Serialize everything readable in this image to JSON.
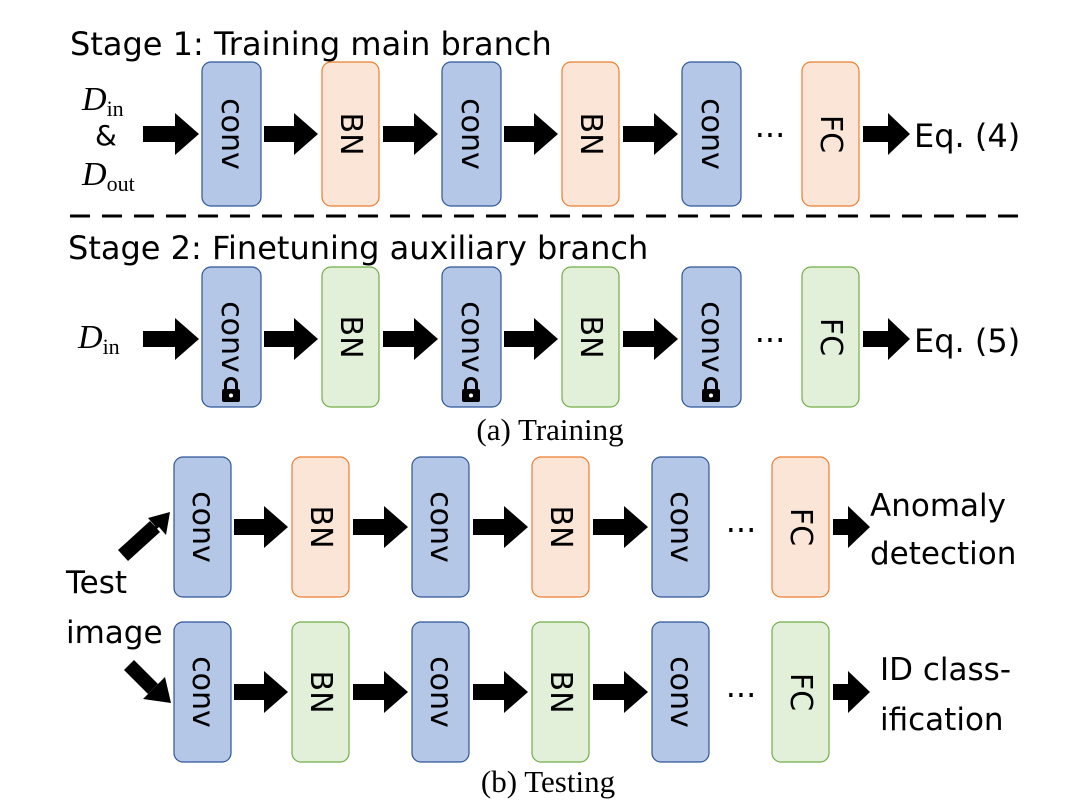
{
  "stage1": {
    "title": "Stage 1: Training main branch",
    "input_top": "D",
    "input_top_sub": "in",
    "input_amp": "&",
    "input_bottom": "D",
    "input_bottom_sub": "out",
    "output": "Eq. (4)"
  },
  "stage2": {
    "title": "Stage 2: Finetuning auxiliary branch",
    "input": "D",
    "input_sub": "in",
    "output": "Eq. (5)"
  },
  "caption_a": "(a) Training",
  "testing": {
    "input_line1": "Test",
    "input_line2": "image",
    "top_output_line1": "Anomaly",
    "top_output_line2": "detection",
    "bottom_output_line1": "ID class-",
    "bottom_output_line2": "ification"
  },
  "caption_b": "(b) Testing",
  "blocks": {
    "conv": "conv",
    "bn": "BN",
    "fc": "FC",
    "ellipsis": "···"
  },
  "colors": {
    "conv_fill": "#b4c7e7",
    "conv_stroke": "#2f5597",
    "bn_main_fill": "#fbe5d6",
    "bn_main_stroke": "#ed7d31",
    "bn_aux_fill": "#e2f0d9",
    "bn_aux_stroke": "#70ad47",
    "dash": "#000000"
  },
  "icons": {
    "lock": "lock-icon"
  }
}
